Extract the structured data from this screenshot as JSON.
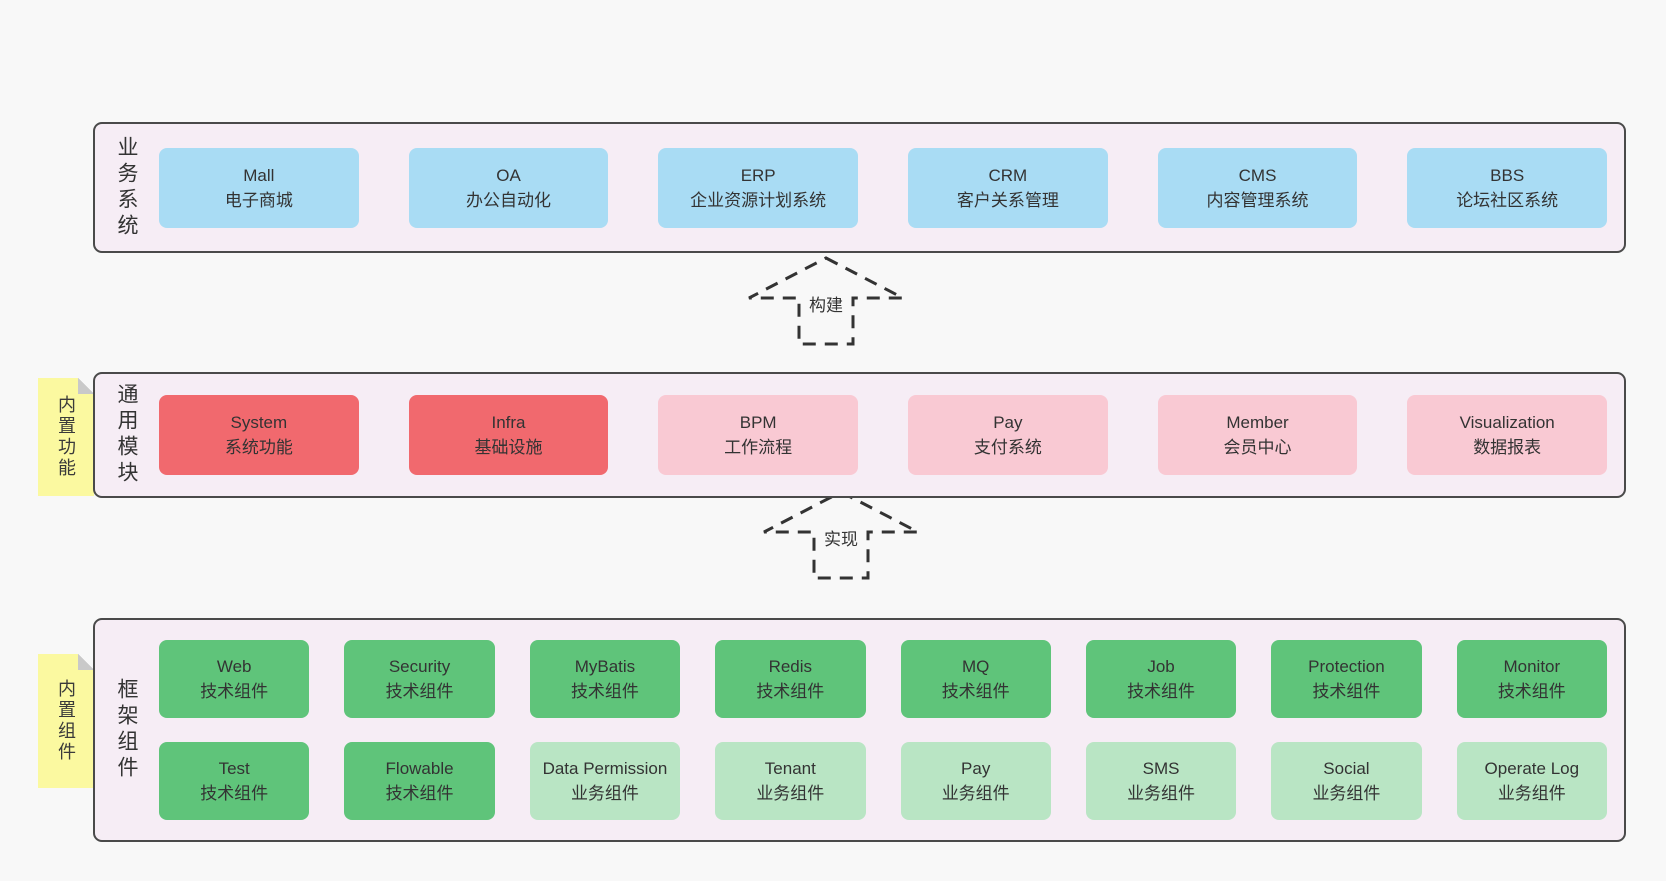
{
  "colors": {
    "page_background": "#f8f8f8",
    "layer_fill": "#f6edf5",
    "layer_border": "#4a4a4a",
    "business_box_blue": "#a9dcf4",
    "core_module_red": "#f1696e",
    "module_pink": "#f9c9d3",
    "tech_component_green": "#5fc47a",
    "biz_component_light_green": "#b9e5c4",
    "sticky_yellow": "#fbf9a0",
    "sticky_fold_gray": "#c9c9c9",
    "text": "#333333"
  },
  "arrows": [
    {
      "label": "构建"
    },
    {
      "label": "实现"
    }
  ],
  "layers": [
    {
      "side_label": "业务系统",
      "boxes": [
        {
          "title": "Mall",
          "subtitle": "电子商城"
        },
        {
          "title": "OA",
          "subtitle": "办公自动化"
        },
        {
          "title": "ERP",
          "subtitle": "企业资源计划系统"
        },
        {
          "title": "CRM",
          "subtitle": "客户关系管理"
        },
        {
          "title": "CMS",
          "subtitle": "内容管理系统"
        },
        {
          "title": "BBS",
          "subtitle": "论坛社区系统"
        }
      ]
    },
    {
      "side_label": "通用模块",
      "sticky_note": "内置功能",
      "boxes": [
        {
          "title": "System",
          "subtitle": "系统功能"
        },
        {
          "title": "Infra",
          "subtitle": "基础设施"
        },
        {
          "title": "BPM",
          "subtitle": "工作流程"
        },
        {
          "title": "Pay",
          "subtitle": "支付系统"
        },
        {
          "title": "Member",
          "subtitle": "会员中心"
        },
        {
          "title": "Visualization",
          "subtitle": "数据报表"
        }
      ]
    },
    {
      "side_label": "框架组件",
      "sticky_note": "内置组件",
      "rows": [
        [
          {
            "title": "Web",
            "subtitle": "技术组件"
          },
          {
            "title": "Security",
            "subtitle": "技术组件"
          },
          {
            "title": "MyBatis",
            "subtitle": "技术组件"
          },
          {
            "title": "Redis",
            "subtitle": "技术组件"
          },
          {
            "title": "MQ",
            "subtitle": "技术组件"
          },
          {
            "title": "Job",
            "subtitle": "技术组件"
          },
          {
            "title": "Protection",
            "subtitle": "技术组件"
          },
          {
            "title": "Monitor",
            "subtitle": "技术组件"
          }
        ],
        [
          {
            "title": "Test",
            "subtitle": "技术组件"
          },
          {
            "title": "Flowable",
            "subtitle": "技术组件"
          },
          {
            "title": "Data Permission",
            "subtitle": "业务组件"
          },
          {
            "title": "Tenant",
            "subtitle": "业务组件"
          },
          {
            "title": "Pay",
            "subtitle": "业务组件"
          },
          {
            "title": "SMS",
            "subtitle": "业务组件"
          },
          {
            "title": "Social",
            "subtitle": "业务组件"
          },
          {
            "title": "Operate Log",
            "subtitle": "业务组件"
          }
        ]
      ]
    }
  ]
}
